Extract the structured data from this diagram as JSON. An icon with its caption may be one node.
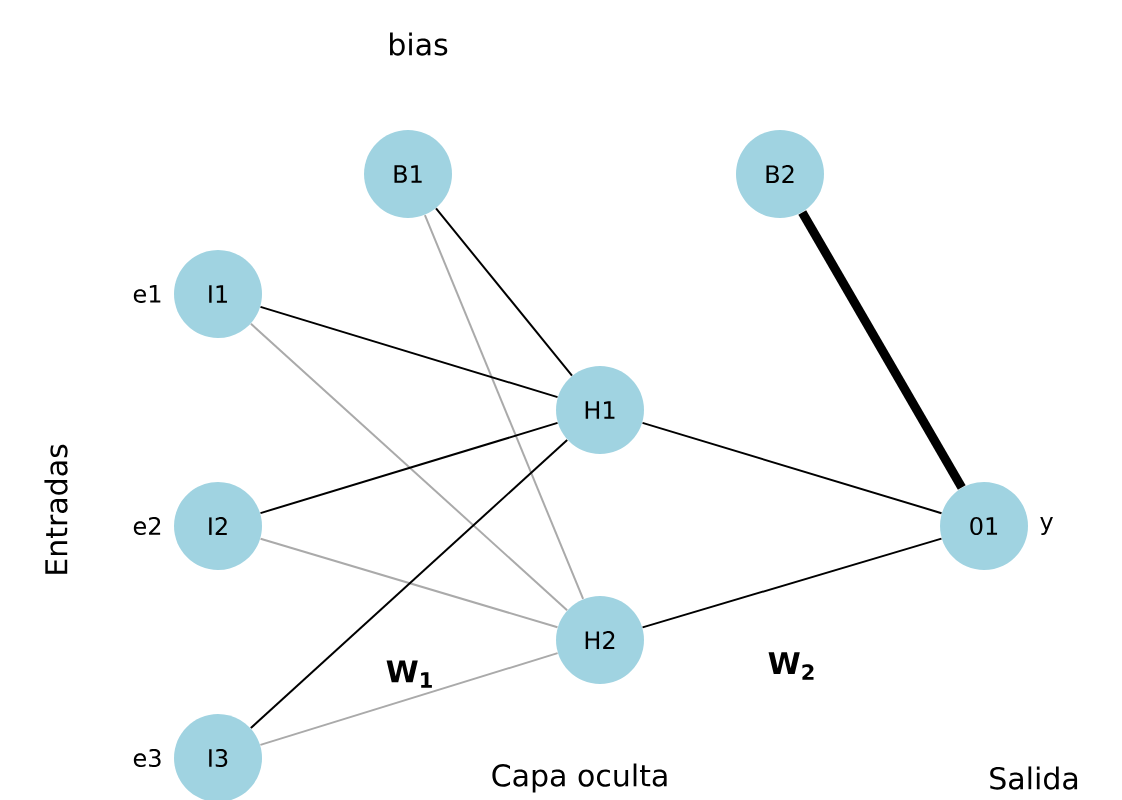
{
  "diagram": {
    "nodes": [
      {
        "text": [
          "B1"
        ]
      },
      {
        "text": [
          "B2"
        ]
      },
      {
        "text": [
          "I1"
        ],
        "beside": [
          "e1"
        ]
      },
      {
        "text": [
          "H1"
        ]
      },
      {
        "text": [
          "I2"
        ],
        "beside": [
          "e2"
        ]
      },
      {
        "text": [
          "01"
        ],
        "beside": [
          "y"
        ]
      },
      {
        "text": [
          "H2"
        ]
      },
      {
        "text": [
          "I3"
        ],
        "beside": [
          "e3"
        ]
      }
    ],
    "edges": [
      {
        "from": 0,
        "to": 3,
        "arrow": "none"
      },
      {
        "from": 0,
        "to": 6,
        "arrow": "none",
        "color": "#aaaaaa"
      },
      {
        "from": 2,
        "to": 3,
        "arrow": "none"
      },
      {
        "from": 2,
        "to": 6,
        "arrow": "none",
        "color": "#aaaaaa"
      },
      {
        "from": 4,
        "to": 3,
        "arrow": "none"
      },
      {
        "from": 4,
        "to": 6,
        "arrow": "none",
        "color": "#aaaaaa"
      },
      {
        "from": 7,
        "to": 3,
        "arrow": "none"
      },
      {
        "from": 7,
        "to": 6,
        "arrow": "none",
        "color": "#aaaaaa"
      },
      {
        "from": 3,
        "to": 5,
        "arrow": "none"
      },
      {
        "from": 6,
        "to": 5,
        "arrow": "none"
      },
      {
        "from": 1,
        "to": 5,
        "arrow": "none",
        "style": "thick"
      }
    ],
    "labels": [
      "bias",
      "Entradas",
      "W$_{1}$",
      "W$_{2}$",
      "Capa oculta",
      "Salida"
    ]
  }
}
